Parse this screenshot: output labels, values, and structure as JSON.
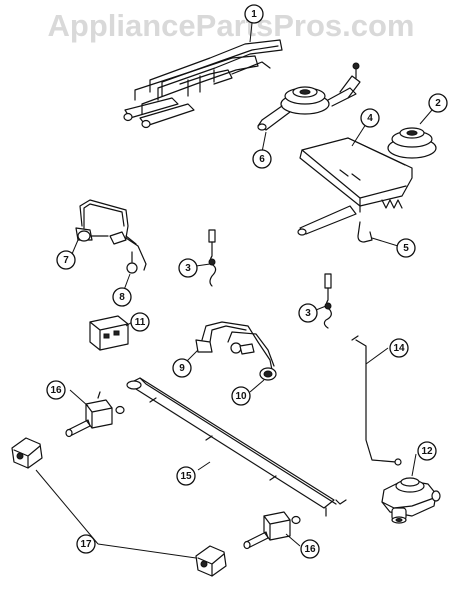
{
  "watermark": "AppliancePartsPros.com",
  "callouts": [
    {
      "label": "1"
    },
    {
      "label": "2"
    },
    {
      "label": "3"
    },
    {
      "label": "3"
    },
    {
      "label": "4"
    },
    {
      "label": "5"
    },
    {
      "label": "6"
    },
    {
      "label": "7"
    },
    {
      "label": "8"
    },
    {
      "label": "9"
    },
    {
      "label": "10"
    },
    {
      "label": "11"
    },
    {
      "label": "12"
    },
    {
      "label": "14"
    },
    {
      "label": "15"
    },
    {
      "label": "16"
    },
    {
      "label": "16"
    },
    {
      "label": "17"
    }
  ]
}
